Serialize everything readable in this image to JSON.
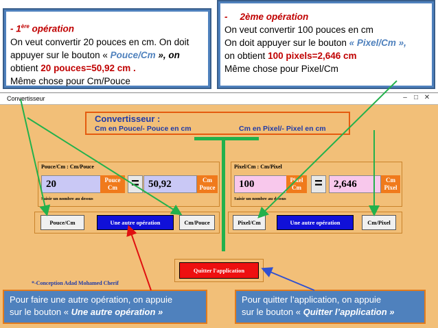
{
  "callouts": {
    "top_left": {
      "prefix": "- ",
      "title_num": "1",
      "title_sup": "ère",
      "title_rest": " opération",
      "line1": "On veut convertir 20 pouces en cm. On doit",
      "line2_a": "appuyer sur le bouton « ",
      "line2_em": "Pouce/Cm",
      "line2_b": " », on",
      "line3_a": "obtient ",
      "line3_red": "20  pouces=50,92 cm .",
      "line4": "Même  chose pour  Cm/Pouce"
    },
    "top_right": {
      "prefix": "-",
      "title": "2ème opération",
      "line1": "On veut convertir 100 pouces en cm",
      "line2_a": "On doit appuyer sur le bouton ",
      "line2_em": "« Pixel/Cm »,",
      "line3_a": "on obtient ",
      "line3_red": "100 pixels=2,646 cm",
      "line4": "Même chose pour  Pixel/Cm"
    },
    "bottom_left": {
      "line1": "Pour   faire une autre  opération, on appuie",
      "line2_a": "sur  le bouton  « ",
      "line2_em": " Une autre opération »"
    },
    "bottom_right": {
      "line1": "Pour quitter  l’application, on appuie",
      "line2_a": "sur  le bouton  « ",
      "line2_em": " Quitter l’application »"
    }
  },
  "window": {
    "title": "Convertisseur",
    "minimize_icon": "–",
    "maximize_icon": "□",
    "close_icon": "✕"
  },
  "header": {
    "title": "Convertisseur :",
    "left_subtitle": "Cm en Pouce/- Pouce en cm",
    "right_subtitle": "Cm en Pixel/- Pixel en cm"
  },
  "pouce_group": {
    "title": "Pouce/Cm : Cm/Pouce",
    "input_value": "20",
    "input_unit_line1": "Pouce",
    "input_unit_line2": "Cm",
    "equals": "=",
    "output_value": "50,92",
    "output_unit_line1": "Cm",
    "output_unit_line2": "Pouce",
    "hint": "Saisir un nombre au dessus"
  },
  "pixel_group": {
    "title": "Pixel/Cm : Cm/Pixel",
    "input_value": "100",
    "input_unit_line1": "Pixel",
    "input_unit_line2": "Cm",
    "equals": "=",
    "output_value": "2,646",
    "output_unit_line1": "Cm",
    "output_unit_line2": "Pixel",
    "hint": "Saisir un nombre au dessus"
  },
  "buttons": {
    "pouce_cm": "Pouce/Cm",
    "autre_op_left": "Une autre opération",
    "cm_pouce": "Cm/Pouce",
    "pixel_cm": "Pixel/Cm",
    "autre_op_right": "Une autre opération",
    "cm_pixel": "Cm/Pixel",
    "quitter": "Quitter l'application"
  },
  "credit": "*-Conception Adad Mohamed Cherif",
  "colors": {
    "window_bg": "#f2bf78",
    "callout_blue": "#4f81bd",
    "accent_red": "#c00000",
    "arrow_green": "#22b14c",
    "button_blue": "#1010d8",
    "button_red": "#ee1010",
    "title_blue": "#1f3aa8"
  }
}
